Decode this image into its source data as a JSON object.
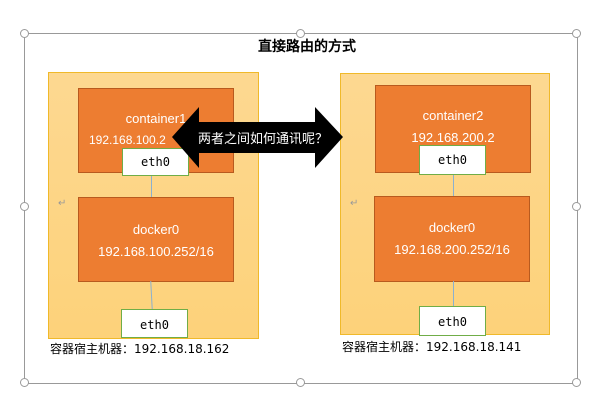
{
  "title": "直接路由的方式",
  "arrow_label": "两者之间如何通讯呢？",
  "hosts": [
    {
      "container_name": "container1",
      "container_ip": "192.168.100.2",
      "container_eth": "eth0",
      "bridge_name": "docker0",
      "bridge_ip": "192.168.100.252/16",
      "host_eth": "eth0",
      "host_label": "容器宿主机器：192.168.18.162"
    },
    {
      "container_name": "container2",
      "container_ip": "192.168.200.2",
      "container_eth": "eth0",
      "bridge_name": "docker0",
      "bridge_ip": "192.168.200.252/16",
      "host_eth": "eth0",
      "host_label": "容器宿主机器：192.168.18.141"
    }
  ]
}
